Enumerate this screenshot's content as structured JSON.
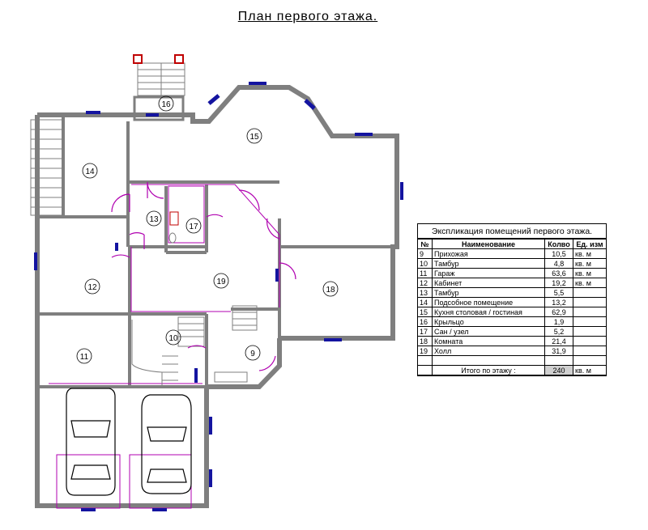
{
  "title": "План первого этажа.",
  "rooms": [
    {
      "num": "9"
    },
    {
      "num": "10"
    },
    {
      "num": "11"
    },
    {
      "num": "12"
    },
    {
      "num": "13"
    },
    {
      "num": "14"
    },
    {
      "num": "15"
    },
    {
      "num": "16"
    },
    {
      "num": "17"
    },
    {
      "num": "18"
    },
    {
      "num": "19"
    }
  ],
  "legend": {
    "caption": "Экспликация помещений первого этажа.",
    "headers": [
      "№",
      "Наименование",
      "Колво",
      "Ед. изм"
    ],
    "rows": [
      {
        "no": "9",
        "name": "Прихожая",
        "qty": "10,5",
        "unit": "кв. м"
      },
      {
        "no": "10",
        "name": "Тамбур",
        "qty": "4,8",
        "unit": "кв. м"
      },
      {
        "no": "11",
        "name": "Гараж",
        "qty": "63,6",
        "unit": "кв. м"
      },
      {
        "no": "12",
        "name": "Кабинет",
        "qty": "19,2",
        "unit": "кв. м"
      },
      {
        "no": "13",
        "name": "Тамбур",
        "qty": "5,5",
        "unit": ""
      },
      {
        "no": "14",
        "name": "Подсобное помещение",
        "qty": "13,2",
        "unit": ""
      },
      {
        "no": "15",
        "name": "Кухня столовая / гостиная",
        "qty": "62,9",
        "unit": ""
      },
      {
        "no": "16",
        "name": "Крыльцо",
        "qty": "1,9",
        "unit": ""
      },
      {
        "no": "17",
        "name": "Сан / узел",
        "qty": "5,2",
        "unit": ""
      },
      {
        "no": "18",
        "name": "Комната",
        "qty": "21,4",
        "unit": ""
      },
      {
        "no": "19",
        "name": "Холл",
        "qty": "31,9",
        "unit": ""
      },
      {
        "no": "",
        "name": "",
        "qty": "",
        "unit": ""
      }
    ],
    "total_label": "Итого по этажу  :",
    "total_value": "240",
    "total_unit": "кв. м"
  }
}
